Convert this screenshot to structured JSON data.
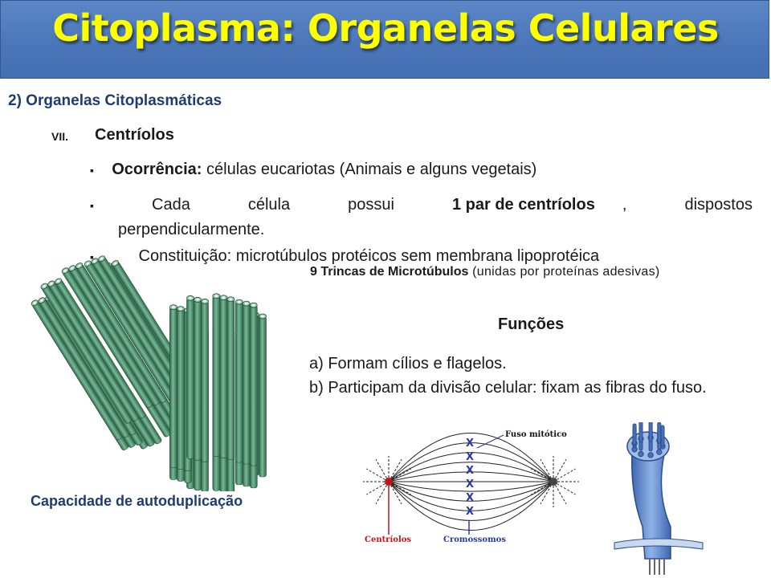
{
  "header": {
    "title": "Citoplasma: Organelas Celulares"
  },
  "section": {
    "heading": "2) Organelas Citoplasmáticas"
  },
  "subsection": {
    "numeral": "VII.",
    "title": "Centríolos"
  },
  "bullets": {
    "symbol": "▪",
    "b1": {
      "label": "Ocorrência:",
      "text": " células eucariotas (Animais e alguns vegetais)"
    },
    "b2": {
      "words": [
        "Cada",
        "célula",
        "possui"
      ],
      "bold": "1 par de centríolos",
      "tail": "dispostos",
      "line2": "perpendicularmente."
    },
    "b3": {
      "text": "Constituição: microtúbulos protéicos sem membrana lipoprotéica"
    }
  },
  "captions": {
    "trinca_bold": "9 Trincas de Microtúbulos",
    "trinca_rest": " (unidas por proteínas adesivas)",
    "autodup": "Capacidade de autoduplicação"
  },
  "funcoes": {
    "heading": "Funções",
    "a": "a)  Formam cílios e flagelos.",
    "b": "b)  Participam da divisão celular: fixam as fibras do fuso."
  },
  "figure_labels": {
    "fuso": "Fuso mitótico",
    "centriolos": "Centríolos",
    "cromossomos": "Cromossomos"
  },
  "colors": {
    "title_text": "#ffff00",
    "title_bg": "#4a76b9",
    "heading": "#1f3c70",
    "tube": "#4d8a6a"
  }
}
